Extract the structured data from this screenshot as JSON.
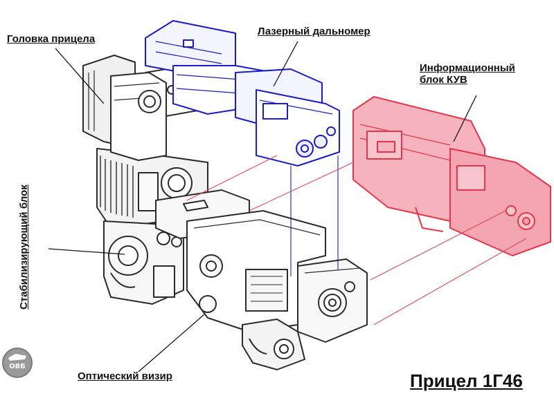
{
  "labels": {
    "sight_head": "Головка прицела",
    "laser_rangefinder": "Лазерный дальномер",
    "info_block_line1": "Информационный",
    "info_block_line2": "блок КУВ",
    "stabilizing_block": "Стабилизирующий блок",
    "optical_sight": "Оптический визир"
  },
  "title": "Прицел 1Г46",
  "logo_text": "ОВБ",
  "colors": {
    "outline": "#2a2a2a",
    "laser_blue": "#1a1acc",
    "info_red": "#e8334a",
    "info_fill": "#f6b3bd",
    "guide_red": "#d94a5a"
  }
}
